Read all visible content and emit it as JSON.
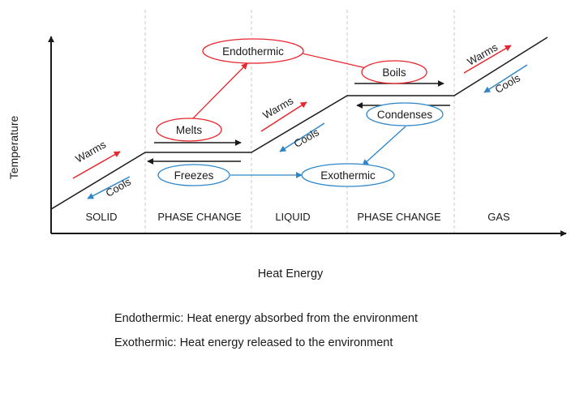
{
  "axes": {
    "y_label": "Temperature",
    "x_label": "Heat Energy"
  },
  "regions": [
    "SOLID",
    "PHASE CHANGE",
    "LIQUID",
    "PHASE CHANGE",
    "GAS"
  ],
  "slope_labels": {
    "warms": "Warms",
    "cools": "Cools"
  },
  "processes": {
    "melts": "Melts",
    "freezes": "Freezes",
    "boils": "Boils",
    "condenses": "Condenses",
    "endothermic": "Endothermic",
    "exothermic": "Exothermic"
  },
  "definitions": {
    "endothermic": "Endothermic: Heat energy absorbed from the environment",
    "exothermic": "Exothermic: Heat energy released to the environment"
  },
  "colors": {
    "endothermic": "#e8262d",
    "exothermic": "#2e86c8",
    "line": "#1a1a1a",
    "divider": "#c8c8c8"
  }
}
